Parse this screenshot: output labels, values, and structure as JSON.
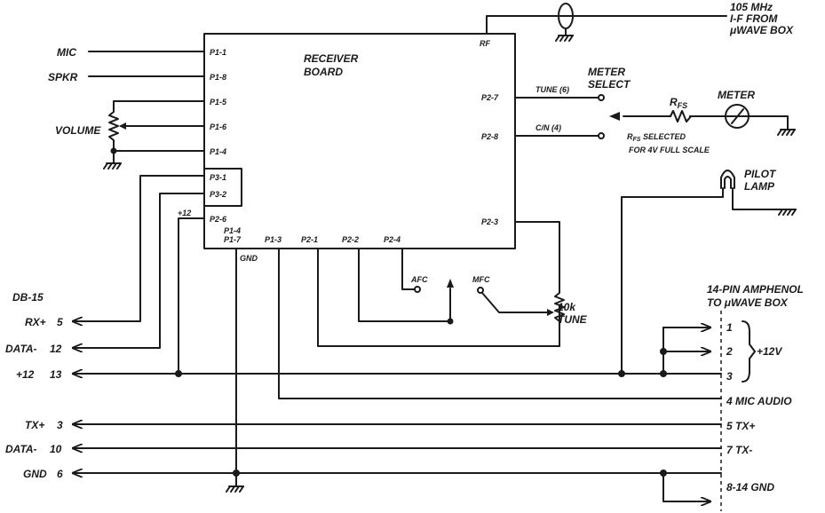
{
  "receiver_board": {
    "line1": "RECEIVER",
    "line2": "BOARD"
  },
  "rf_pin": "RF",
  "rf_source": {
    "line1": "105 MHz",
    "line2": "I-F FROM",
    "line3": "μWAVE BOX"
  },
  "left_signals": {
    "mic": "MIC",
    "spkr": "SPKR",
    "volume": "VOLUME"
  },
  "left_pins": [
    "P1-1",
    "P1-8",
    "P1-5",
    "P1-6",
    "P1-4",
    "P3-1",
    "P3-2",
    "P2-6"
  ],
  "plus12_tap": "+12",
  "bottom_pins": {
    "p14": "P1-4",
    "p17": "P1-7",
    "gnd": "GND",
    "p13": "P1-3",
    "p21": "P2-1",
    "p22": "P2-2",
    "p24": "P2-4"
  },
  "right_pins": [
    "P2-7",
    "P2-8",
    "P2-3"
  ],
  "meter_select": {
    "line1": "METER",
    "line2": "SELECT",
    "tune": "TUNE (6)",
    "cn": "C/N (4)"
  },
  "rfs_label": "R",
  "rfs_sub": "FS",
  "rfs_note": {
    "prefix": "R",
    "sub": "FS",
    "rest": " SELECTED",
    "line2": "FOR 4V FULL SCALE"
  },
  "meter_label": "METER",
  "pilot_lamp": {
    "line1": "PILOT",
    "line2": "LAMP"
  },
  "afc_label": "AFC",
  "mfc_label": "MFC",
  "tune_pot": {
    "line1": "10k",
    "line2": "TUNE"
  },
  "db15": {
    "title": "DB-15",
    "rows": [
      {
        "name": "RX+",
        "pin": "5"
      },
      {
        "name": "DATA-",
        "pin": "12"
      },
      {
        "name": "+12",
        "pin": "13"
      },
      {
        "name": "TX+",
        "pin": "3"
      },
      {
        "name": "DATA-",
        "pin": "10"
      },
      {
        "name": "GND",
        "pin": "6"
      }
    ]
  },
  "amphenol": {
    "title_line1": "14-PIN AMPHENOL",
    "title_line2": "TO μWAVE BOX",
    "pins": [
      "1",
      "2",
      "3"
    ],
    "plus12v": "+12V",
    "mic_audio": "4 MIC AUDIO",
    "tx_plus": "5 TX+",
    "tx_minus": "7 TX-",
    "gnd": "8-14 GND"
  }
}
